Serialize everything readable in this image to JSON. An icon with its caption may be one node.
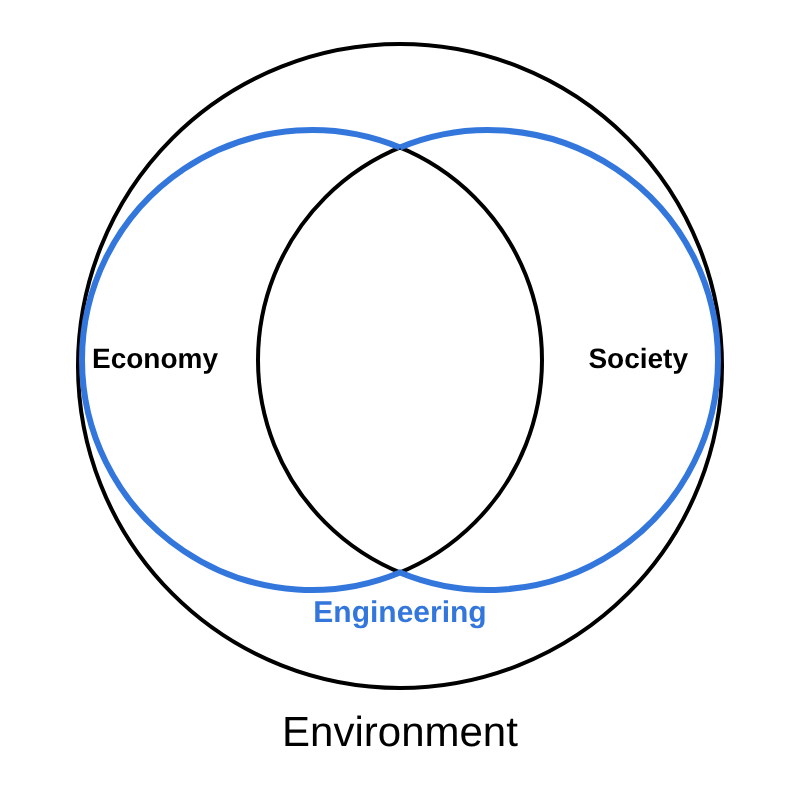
{
  "diagram": {
    "nodes": [
      {
        "text": [
          "Environment"
        ]
      },
      {
        "text": [
          "Economy"
        ],
        "in": 0
      },
      {
        "text": [
          "Society"
        ],
        "in": 0
      }
    ],
    "edges": [],
    "labels": [
      "Engineering"
    ]
  }
}
